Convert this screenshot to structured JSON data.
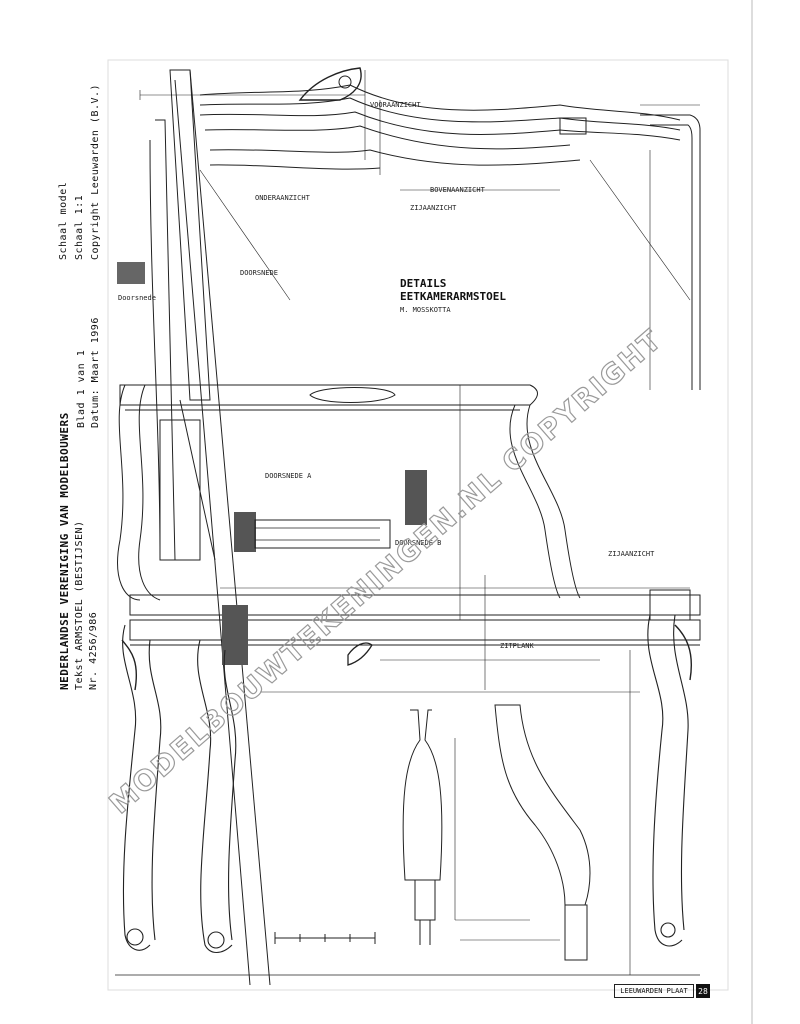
{
  "sheet": {
    "title_line_1": "NEDERLANDSE VERENIGING VAN MODELBOUWERS",
    "title_line_2": "Tekst ARMSTOEL (BESTIJSEN)",
    "title_line_3": "Nr. 4256/986",
    "mid_line_1": "Blad 1 van 1",
    "mid_line_2": "Datum: Maart 1996",
    "right_line_1": "Schaal model",
    "right_line_2": "Schaal 1:1",
    "right_line_3": "Copyright Leeuwarden (B.V.)",
    "detail_title_1": "DETAILS",
    "detail_title_2": "EETKAMERARMSTOEL",
    "detail_subtitle": "M. MOSSKOTTA",
    "label_vooraanzicht": "VOORAANZICHT",
    "label_zijaanzicht": "ZIJAANZICHT",
    "label_bovenaanzicht": "BOVENAANZICHT",
    "label_onderaanzicht": "ONDERAANZICHT",
    "label_doorsnede": "DOORSNEDE",
    "label_doorsnede_a": "DOORSNEDE A",
    "label_doorsnede_b": "DOORSNEDE B",
    "label_zitplank": "ZITPLANK",
    "label_zijaanzicht_poot": "ZIJAANZICHT",
    "legend_swatch_label": "Doorsnede",
    "watermark": "MODELBOUWTEKENINGEN.NL COPYRIGHT",
    "footer_label": "LEEUWARDEN PLAAT",
    "page_number": "28"
  }
}
